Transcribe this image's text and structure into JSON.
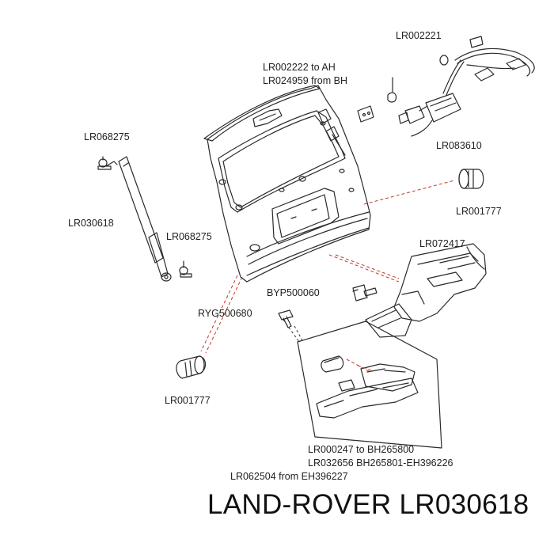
{
  "labels": {
    "lr002221": "LR002221",
    "lr002222": "LR002222 to AH",
    "lr024959": "LR024959 from BH",
    "lr068275_top": "LR068275",
    "lr083610": "LR083610",
    "lr001777_right": "LR001777",
    "lr030618": "LR030618",
    "lr068275_lower": "LR068275",
    "lr072417": "LR072417",
    "byp500060": "BYP500060",
    "ryg500680": "RYG500680",
    "lr001777_left": "LR001777",
    "lr000247": "LR000247 to BH265800",
    "lr032656": "LR032656 BH265801-EH396226",
    "lr062504": "LR062504 from EH396227"
  },
  "brand": "LAND-ROVER LR030618",
  "colors": {
    "line": "#2a2a2a",
    "leader_red": "#c0392b",
    "leader_dash": "#333333"
  }
}
